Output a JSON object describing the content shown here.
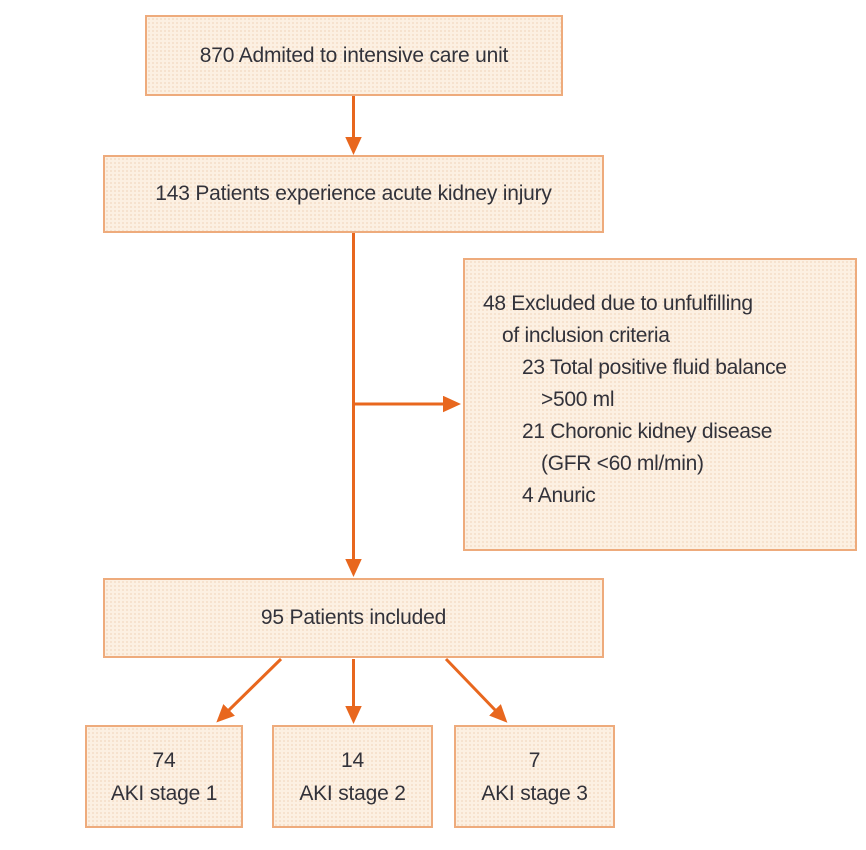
{
  "diagram": {
    "type": "flowchart",
    "colors": {
      "box_fill": "#fcf0e2",
      "box_border": "#eeab7c",
      "arrow": "#e8671e",
      "text": "#32323a",
      "background": "#ffffff"
    },
    "nodes": {
      "admitted": {
        "label": "870 Admited to intensive care unit",
        "count": 870
      },
      "aki": {
        "label": "143 Patients experience acute kidney injury",
        "count": 143
      },
      "excluded": {
        "count": 48,
        "lines": [
          "48 Excluded due to unfulfilling",
          "of inclusion criteria",
          "23 Total positive fluid balance",
          ">500 ml",
          "21 Choronic kidney disease",
          "(GFR <60 ml/min)",
          "4 Anuric"
        ]
      },
      "included": {
        "label": "95 Patients included",
        "count": 95
      },
      "stage1": {
        "count": "74",
        "label": "AKI stage 1"
      },
      "stage2": {
        "count": "14",
        "label": "AKI stage 2"
      },
      "stage3": {
        "count": "7",
        "label": "AKI stage 3"
      }
    },
    "edges": [
      "admitted -> aki",
      "aki -> included",
      "aki -> excluded",
      "included -> stage1",
      "included -> stage2",
      "included -> stage3"
    ]
  }
}
